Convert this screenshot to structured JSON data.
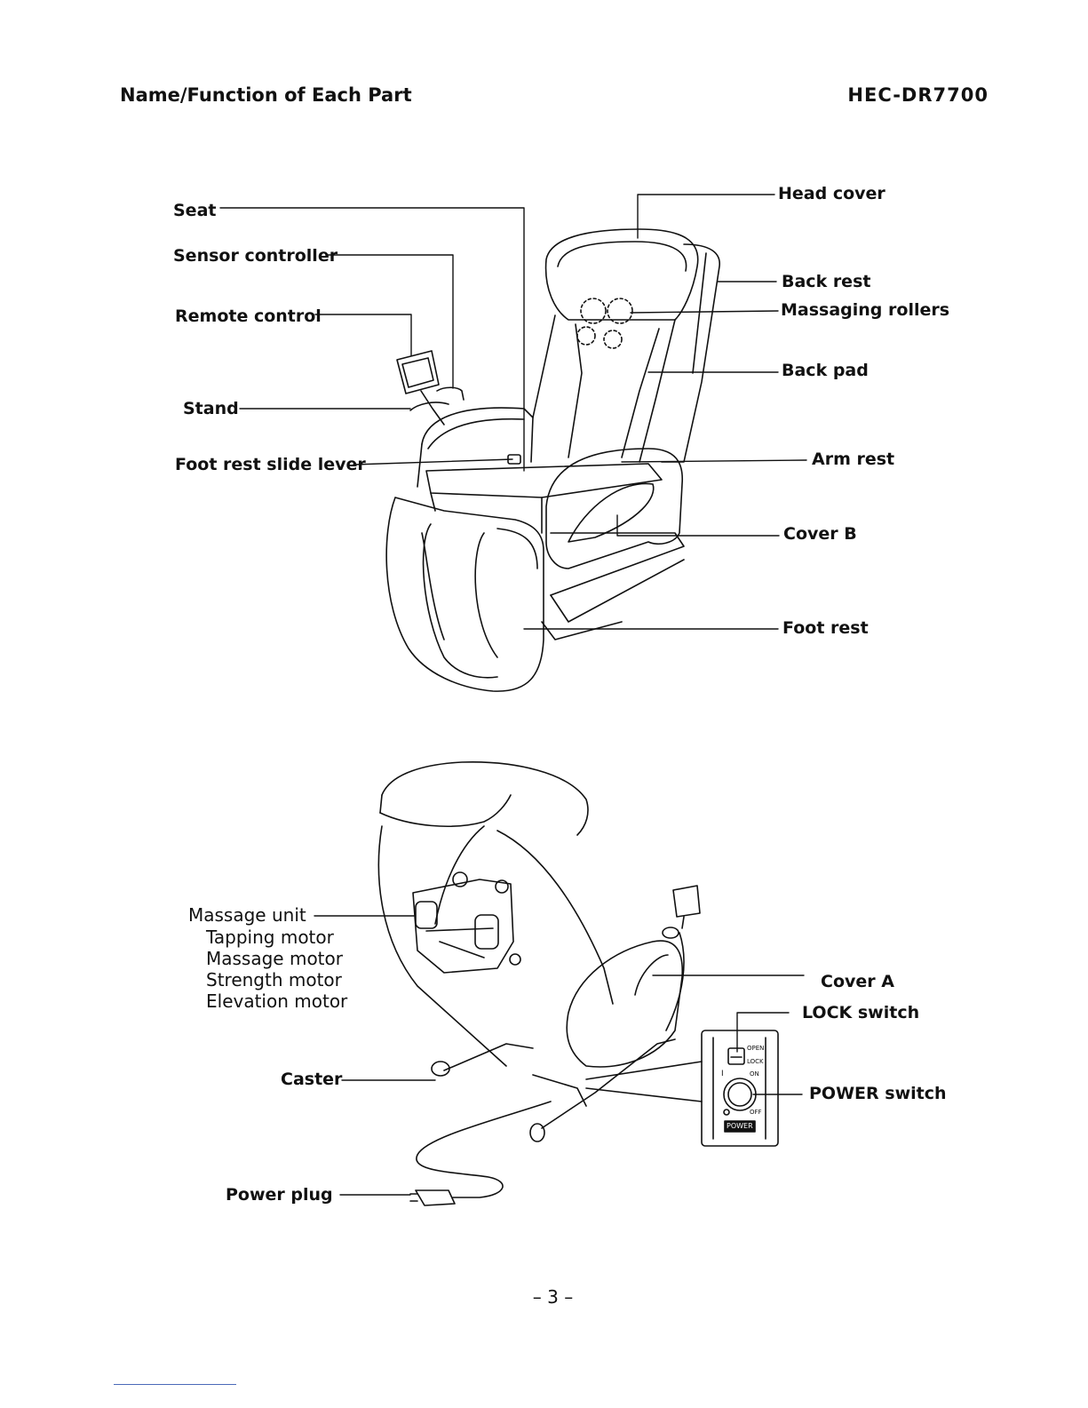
{
  "header": {
    "title": "Name/Function of Each Part",
    "model": "HEC-DR7700"
  },
  "front_view": {
    "labels": {
      "seat": "Seat",
      "sensor_controller": "Sensor controller",
      "remote_control": "Remote control",
      "stand": "Stand",
      "foot_rest_slide_lever": "Foot rest slide lever",
      "head_cover": "Head cover",
      "back_rest": "Back rest",
      "massaging_rollers": "Massaging rollers",
      "back_pad": "Back pad",
      "arm_rest": "Arm rest",
      "cover_b": "Cover B",
      "foot_rest": "Foot rest"
    }
  },
  "rear_view": {
    "labels": {
      "massage_unit": "Massage unit",
      "tapping_motor": "Tapping motor",
      "massage_motor": "Massage motor",
      "strength_motor": "Strength motor",
      "elevation_motor": "Elevation motor",
      "caster": "Caster",
      "power_plug": "Power plug",
      "cover_a": "Cover A",
      "lock_switch": "LOCK switch",
      "power_switch": "POWER switch"
    },
    "switch_panel": {
      "open": "OPEN",
      "lock": "LOCK",
      "on_mark": "I",
      "on": "ON",
      "off_mark": "O",
      "off": "OFF",
      "power": "POWER"
    }
  },
  "footer": {
    "page_number": "– 3 –"
  }
}
